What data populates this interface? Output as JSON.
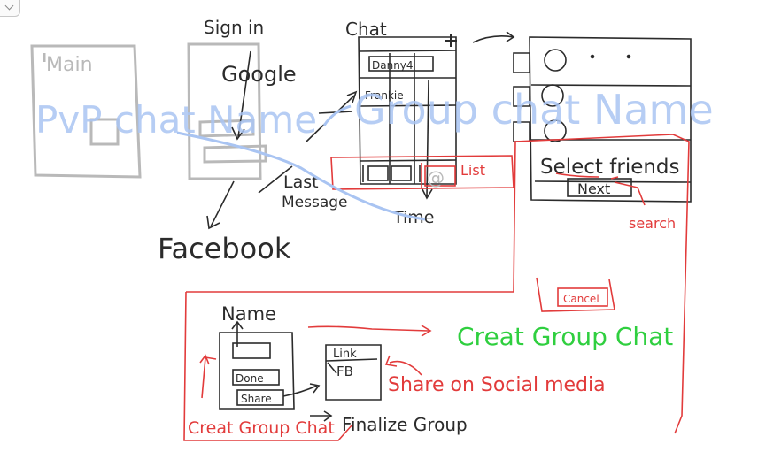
{
  "colors": {
    "gray": "#b9b9b9",
    "ink": "#2b2b2b",
    "red": "#e23b3b",
    "green": "#2fcf3f",
    "blue_overlay": "#a9c4f2"
  },
  "icons": [
    "chevron-down-icon",
    "circle-avatar-icon",
    "at-sign-icon",
    "plus-icon"
  ],
  "labels": {
    "main": "Main",
    "sign_in": "Sign in",
    "google": "Google",
    "facebook": "Facebook",
    "chat": "Chat",
    "chat_item_1": "Danny4",
    "chat_item_2": "Frankie",
    "last_message": "Last\nMessage",
    "time": "Time",
    "list": "List",
    "select_friends": "Select friends",
    "next": "Next",
    "search": "search",
    "cancel": "Cancel",
    "name": "Name",
    "done": "Done",
    "share": "Share",
    "link": "Link",
    "fb": "FB",
    "create_group_chat_green": "Creat Group Chat",
    "share_on_social_media": "Share on Social media",
    "create_group_chat_red": "Creat Group Chat",
    "finalize_group": "Finalize Group",
    "overlay_left": "PvP chat Name",
    "overlay_right": "Group chat Name"
  }
}
